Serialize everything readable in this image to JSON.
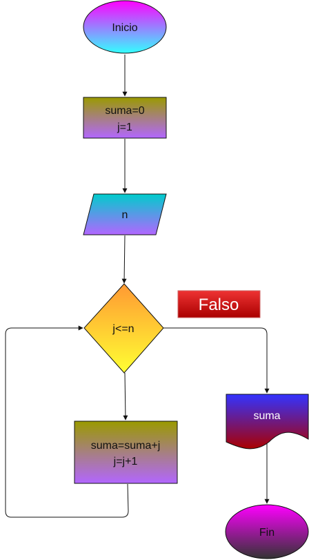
{
  "flowchart": {
    "start": {
      "label": "Inicio"
    },
    "init": {
      "line1": "suma=0",
      "line2": "j=1"
    },
    "input": {
      "label": "n"
    },
    "decision": {
      "label": "j<=n"
    },
    "false_label": "Falso",
    "loop_body": {
      "line1": "suma=suma+j",
      "line2": "j=j+1"
    },
    "output": {
      "label": "suma"
    },
    "end": {
      "label": "Fin"
    }
  },
  "colors": {
    "start_top": "#ff00ff",
    "start_bottom": "#33ffff",
    "process_top": "#9a9a00",
    "process_bottom": "#b266ff",
    "input_top": "#00cccc",
    "input_bottom": "#b266ff",
    "decision_top": "#ff9933",
    "decision_bottom": "#ffff33",
    "falso_top": "#ee3333",
    "falso_bottom": "#aa0000",
    "doc_top": "#3333ff",
    "doc_bottom": "#aa0000",
    "end_top": "#ff00ff",
    "end_bottom": "#333333",
    "edge": "#111111"
  }
}
